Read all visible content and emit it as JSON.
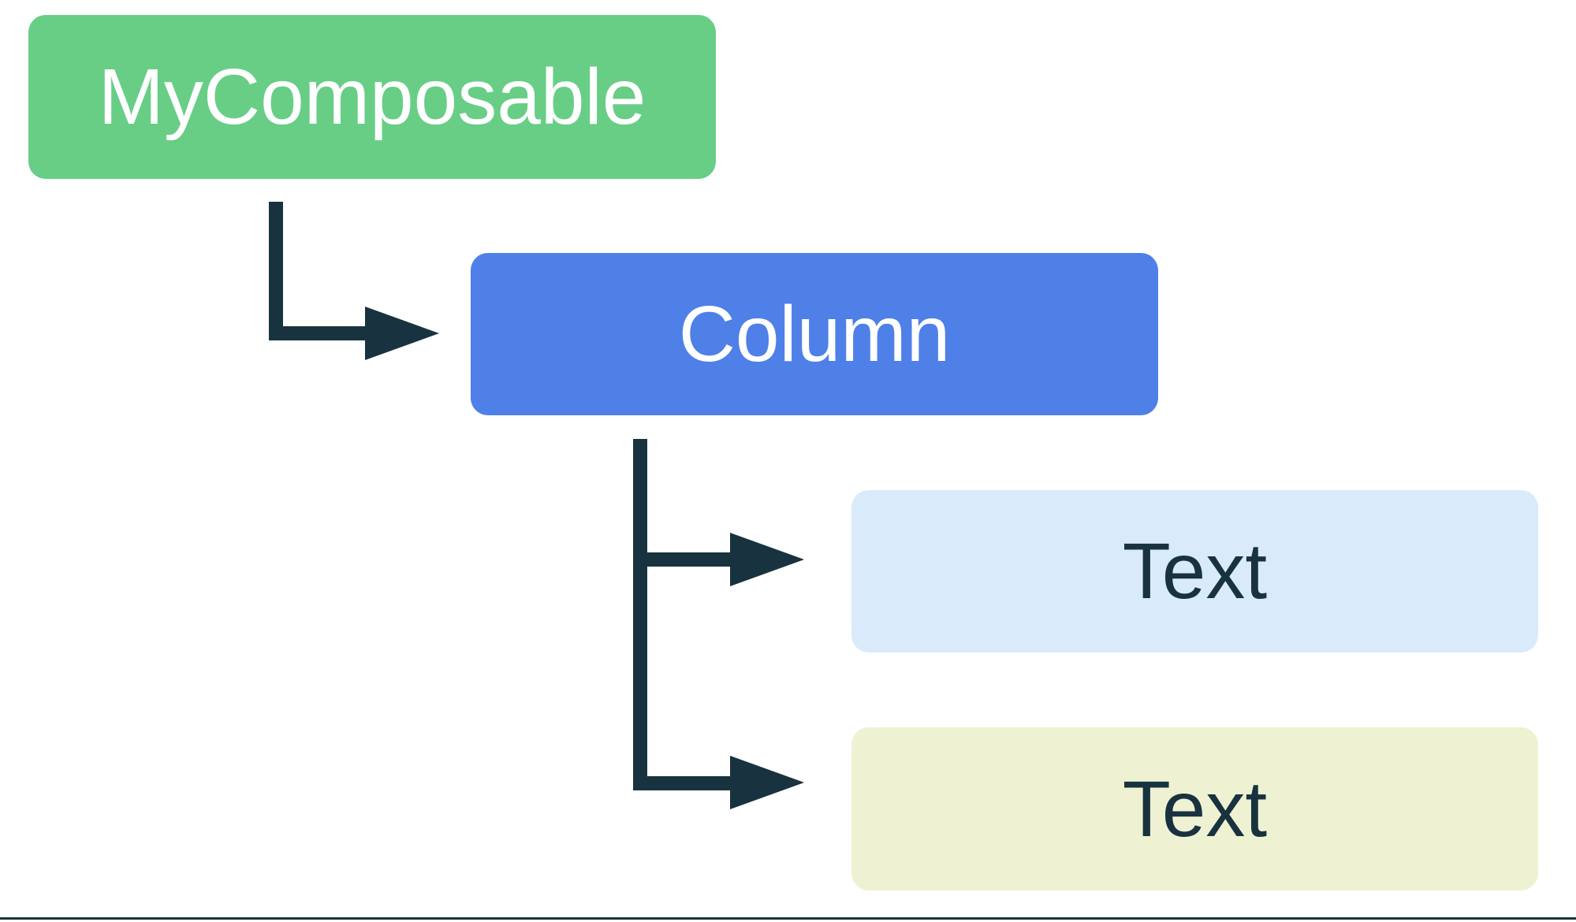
{
  "diagram": {
    "title": "MyComposable composition tree",
    "type": "tree",
    "background_color": "#ffffff",
    "connector_color": "#18333f",
    "nodes": [
      {
        "id": "root",
        "label": "MyComposable",
        "fill": "#68ce86",
        "text_color": "#ffffff",
        "depth": 0
      },
      {
        "id": "column",
        "label": "Column",
        "fill": "#4f80e8",
        "text_color": "#ffffff",
        "depth": 1
      },
      {
        "id": "text-1",
        "label": "Text",
        "fill": "#d9eafb",
        "text_color": "#18333f",
        "depth": 2
      },
      {
        "id": "text-2",
        "label": "Text",
        "fill": "#eef2d2",
        "text_color": "#18333f",
        "depth": 2
      }
    ],
    "edges": [
      {
        "from": "root",
        "to": "column",
        "style": "elbow-arrow"
      },
      {
        "from": "column",
        "to": "text-1",
        "style": "elbow-arrow"
      },
      {
        "from": "column",
        "to": "text-2",
        "style": "elbow-arrow"
      }
    ],
    "footer_rule": {
      "visible": true,
      "color": "#18333f"
    }
  }
}
